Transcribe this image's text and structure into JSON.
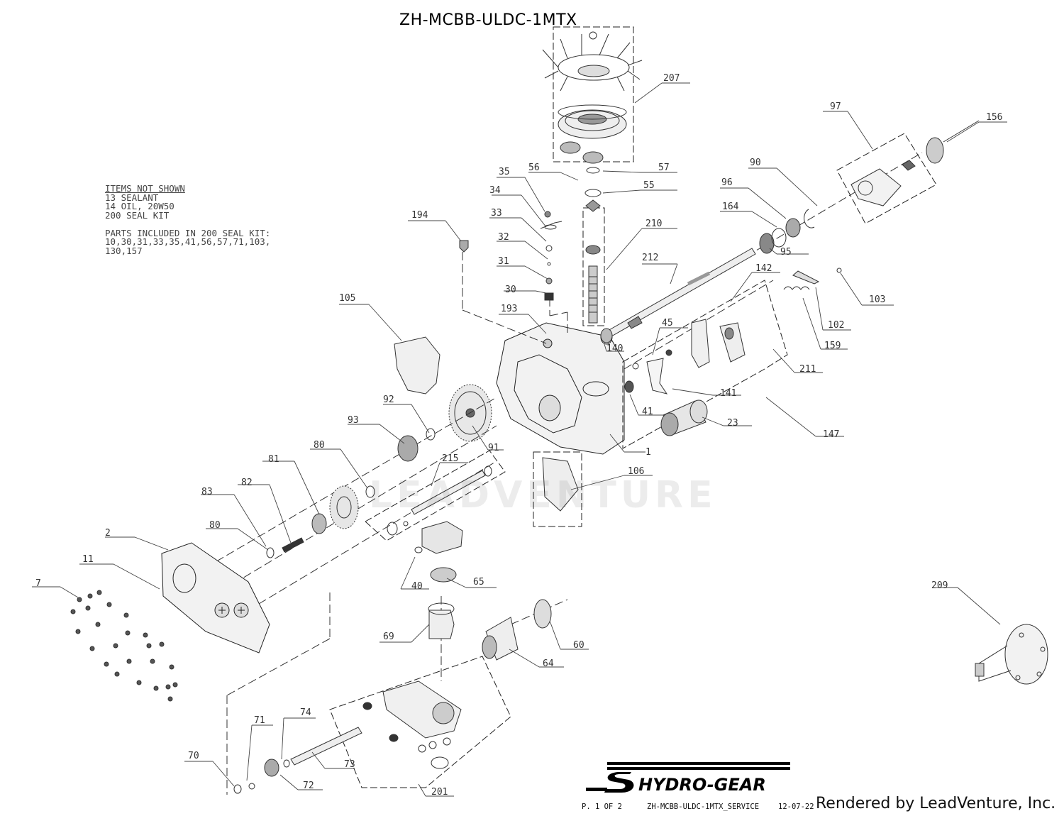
{
  "title": "ZH-MCBB-ULDC-1MTX",
  "notes": {
    "heading": "ITEMS NOT SHOWN",
    "lines": [
      "13 SEALANT",
      "14 OIL, 20W50",
      "200 SEAL KIT",
      "",
      "PARTS INCLUDED IN 200 SEAL KIT:",
      "10,30,31,33,35,41,56,57,71,103,",
      "130,157"
    ]
  },
  "watermark": "LEADVENTURE",
  "logo_text": "HYDRO-GEAR",
  "footer": {
    "page": "P. 1 OF 2",
    "doc": "ZH-MCBB-ULDC-1MTX_SERVICE",
    "date": "12-07-22",
    "rendered": "Rendered by LeadVenture, Inc."
  },
  "callouts": [
    {
      "id": "207",
      "label": "207"
    },
    {
      "id": "156",
      "label": "156"
    },
    {
      "id": "97",
      "label": "97"
    },
    {
      "id": "35",
      "label": "35"
    },
    {
      "id": "56",
      "label": "56"
    },
    {
      "id": "57",
      "label": "57"
    },
    {
      "id": "34",
      "label": "34"
    },
    {
      "id": "55",
      "label": "55"
    },
    {
      "id": "90",
      "label": "90"
    },
    {
      "id": "96",
      "label": "96"
    },
    {
      "id": "33",
      "label": "33"
    },
    {
      "id": "194",
      "label": "194"
    },
    {
      "id": "164",
      "label": "164"
    },
    {
      "id": "210",
      "label": "210"
    },
    {
      "id": "32",
      "label": "32"
    },
    {
      "id": "95",
      "label": "95"
    },
    {
      "id": "212",
      "label": "212"
    },
    {
      "id": "31",
      "label": "31"
    },
    {
      "id": "142",
      "label": "142"
    },
    {
      "id": "30",
      "label": "30"
    },
    {
      "id": "103",
      "label": "103"
    },
    {
      "id": "105",
      "label": "105"
    },
    {
      "id": "193",
      "label": "193"
    },
    {
      "id": "102",
      "label": "102"
    },
    {
      "id": "45",
      "label": "45"
    },
    {
      "id": "159",
      "label": "159"
    },
    {
      "id": "140",
      "label": "140"
    },
    {
      "id": "211",
      "label": "211"
    },
    {
      "id": "141",
      "label": "141"
    },
    {
      "id": "92",
      "label": "92"
    },
    {
      "id": "41",
      "label": "41"
    },
    {
      "id": "23",
      "label": "23"
    },
    {
      "id": "147",
      "label": "147"
    },
    {
      "id": "93",
      "label": "93"
    },
    {
      "id": "91",
      "label": "91"
    },
    {
      "id": "1",
      "label": "1"
    },
    {
      "id": "80a",
      "label": "80"
    },
    {
      "id": "215",
      "label": "215"
    },
    {
      "id": "106",
      "label": "106"
    },
    {
      "id": "81",
      "label": "81"
    },
    {
      "id": "82",
      "label": "82"
    },
    {
      "id": "83",
      "label": "83"
    },
    {
      "id": "80b",
      "label": "80"
    },
    {
      "id": "2",
      "label": "2"
    },
    {
      "id": "11",
      "label": "11"
    },
    {
      "id": "7",
      "label": "7"
    },
    {
      "id": "40",
      "label": "40"
    },
    {
      "id": "65",
      "label": "65"
    },
    {
      "id": "209",
      "label": "209"
    },
    {
      "id": "69",
      "label": "69"
    },
    {
      "id": "60",
      "label": "60"
    },
    {
      "id": "64",
      "label": "64"
    },
    {
      "id": "74",
      "label": "74"
    },
    {
      "id": "71",
      "label": "71"
    },
    {
      "id": "70",
      "label": "70"
    },
    {
      "id": "73",
      "label": "73"
    },
    {
      "id": "72",
      "label": "72"
    },
    {
      "id": "201",
      "label": "201"
    }
  ]
}
